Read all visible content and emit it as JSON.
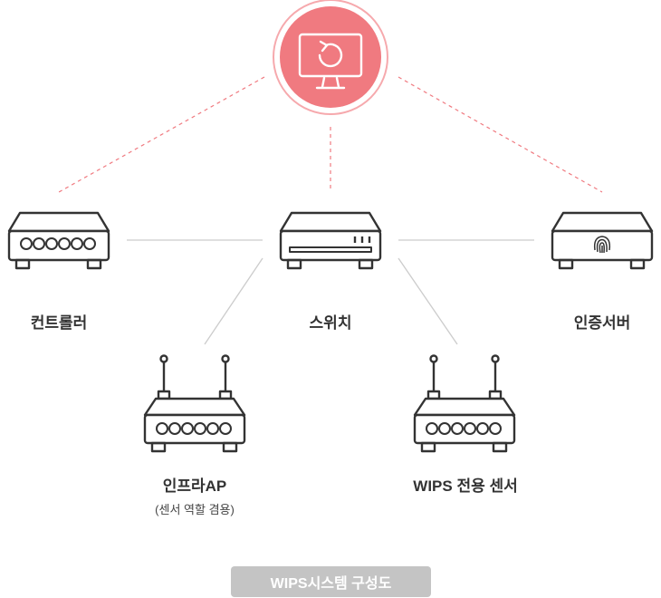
{
  "nodes": {
    "controller": {
      "label": "컨트롤러"
    },
    "switch": {
      "label": "스위치"
    },
    "auth_server": {
      "label": "인증서버"
    },
    "infra_ap": {
      "label": "인프라AP",
      "sublabel": "(센서 역할 겸용)"
    },
    "wips_sensor": {
      "label": "WIPS 전용 센서"
    }
  },
  "caption": "WIPS시스템 구성도",
  "colors": {
    "accent": "#f07a80",
    "accent_ring": "#f6a9ad",
    "device_stroke": "#333333",
    "line_gray": "#cccccc",
    "caption_bg": "#c4c4c4"
  }
}
